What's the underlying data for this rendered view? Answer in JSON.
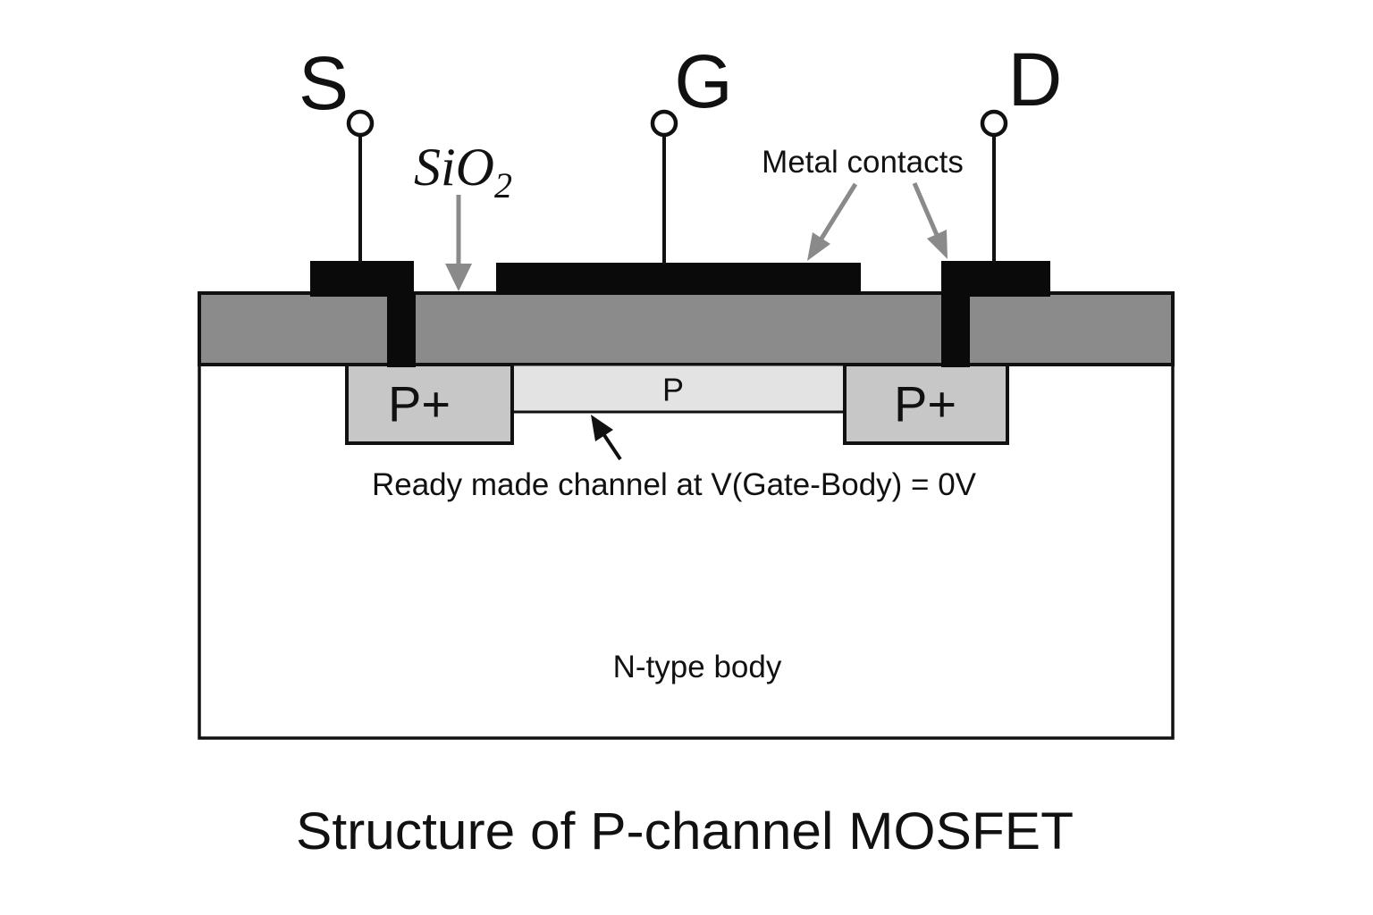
{
  "caption": "Structure of P-channel MOSFET",
  "terminals": {
    "source": {
      "label": "S"
    },
    "gate": {
      "label": "G"
    },
    "drain": {
      "label": "D"
    }
  },
  "regions": {
    "oxide_label": "SiO",
    "oxide_label_sub": "2",
    "p_plus_left": "P+",
    "p_plus_right": "P+",
    "channel": "P",
    "body": "N-type body"
  },
  "annotations": {
    "metal_contacts": "Metal contacts",
    "channel_note": "Ready made channel at V(Gate-Body) = 0V"
  },
  "colors": {
    "background": "#ffffff",
    "metal": "#0a0a0a",
    "oxide": "#8b8b8b",
    "p_plus": "#c7c7c7",
    "p_channel": "#e3e3e3",
    "arrow_gray": "#8a8a8a",
    "outline": "#111111",
    "white": "#ffffff"
  }
}
